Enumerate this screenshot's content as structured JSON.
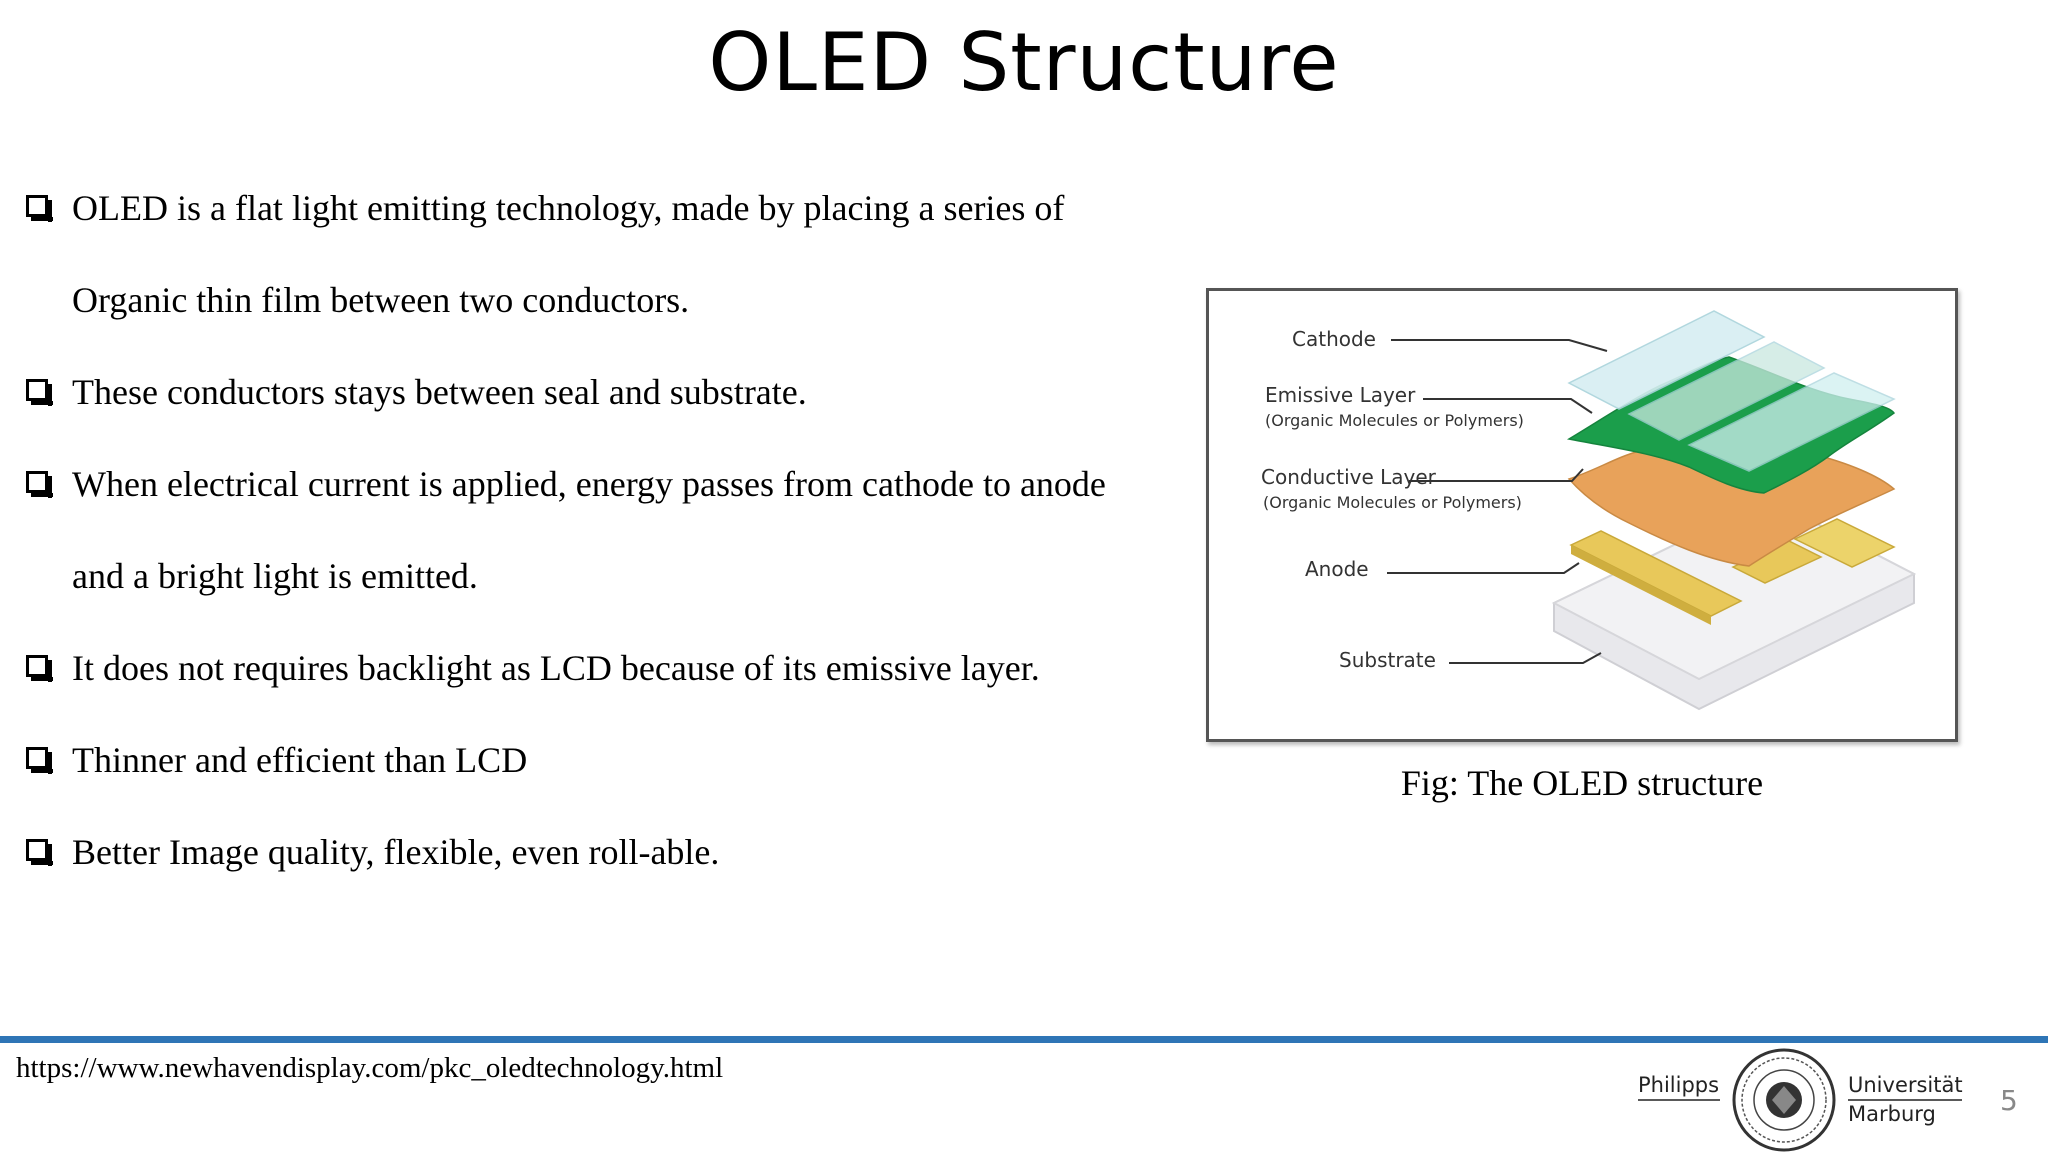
{
  "title": "OLED Structure",
  "bullets": [
    {
      "text": "OLED is a flat light emitting technology, made by placing a series of"
    },
    {
      "text": "Organic thin film between two conductors."
    },
    {
      "text": "These conductors stays between seal and substrate."
    },
    {
      "text": "When electrical current is applied, energy passes from cathode to anode"
    },
    {
      "text": "and a bright light is emitted."
    },
    {
      "text": "It does not requires backlight as LCD because of its emissive layer."
    },
    {
      "text": "Thinner and efficient than LCD"
    },
    {
      "text": "Better Image quality, flexible, even roll-able."
    }
  ],
  "figure": {
    "labels": {
      "cathode": "Cathode",
      "emissive": "Emissive Layer",
      "emissive_sub": "(Organic Molecules or Polymers)",
      "conductive": "Conductive Layer",
      "conductive_sub": "(Organic Molecules or Polymers)",
      "anode": "Anode",
      "substrate": "Substrate"
    },
    "caption": "Fig: The OLED structure"
  },
  "footer": {
    "url": "https://www.newhavendisplay.com/pkc_oledtechnology.html",
    "logo_left": "Philipps",
    "logo_right_1": "Universität",
    "logo_right_2": "Marburg",
    "page_number": "5"
  }
}
